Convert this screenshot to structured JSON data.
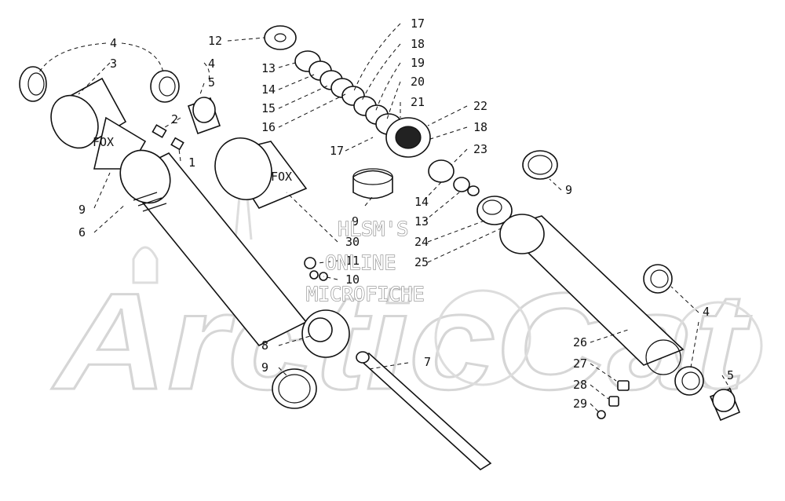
{
  "watermark": {
    "logo_text": "ArcticCat",
    "stamp_lines": [
      "HLSM'S",
      "ONLINE",
      "MICROFICHE"
    ]
  },
  "callouts": [
    {
      "id": "c1",
      "text": "1"
    },
    {
      "id": "c2",
      "text": "2"
    },
    {
      "id": "c3",
      "text": "3"
    },
    {
      "id": "c4a",
      "text": "4"
    },
    {
      "id": "c4b",
      "text": "4"
    },
    {
      "id": "c4c",
      "text": "4"
    },
    {
      "id": "c5a",
      "text": "5"
    },
    {
      "id": "c5b",
      "text": "5"
    },
    {
      "id": "c6",
      "text": "6"
    },
    {
      "id": "c7",
      "text": "7"
    },
    {
      "id": "c8",
      "text": "8"
    },
    {
      "id": "c9a",
      "text": "9"
    },
    {
      "id": "c9b",
      "text": "9"
    },
    {
      "id": "c9c",
      "text": "9"
    },
    {
      "id": "c9d",
      "text": "9"
    },
    {
      "id": "c10",
      "text": "10"
    },
    {
      "id": "c11",
      "text": "11"
    },
    {
      "id": "c12",
      "text": "12"
    },
    {
      "id": "c13a",
      "text": "13"
    },
    {
      "id": "c13b",
      "text": "13"
    },
    {
      "id": "c14a",
      "text": "14"
    },
    {
      "id": "c14b",
      "text": "14"
    },
    {
      "id": "c15",
      "text": "15"
    },
    {
      "id": "c16",
      "text": "16"
    },
    {
      "id": "c17a",
      "text": "17"
    },
    {
      "id": "c17b",
      "text": "17"
    },
    {
      "id": "c18a",
      "text": "18"
    },
    {
      "id": "c18b",
      "text": "18"
    },
    {
      "id": "c19",
      "text": "19"
    },
    {
      "id": "c20",
      "text": "20"
    },
    {
      "id": "c21",
      "text": "21"
    },
    {
      "id": "c22",
      "text": "22"
    },
    {
      "id": "c23",
      "text": "23"
    },
    {
      "id": "c24",
      "text": "24"
    },
    {
      "id": "c25",
      "text": "25"
    },
    {
      "id": "c26",
      "text": "26"
    },
    {
      "id": "c27",
      "text": "27"
    },
    {
      "id": "c28",
      "text": "28"
    },
    {
      "id": "c29",
      "text": "29"
    },
    {
      "id": "c30",
      "text": "30"
    }
  ],
  "body_markings": {
    "reservoir_mark": "FOX",
    "body_mark": "FOX"
  }
}
